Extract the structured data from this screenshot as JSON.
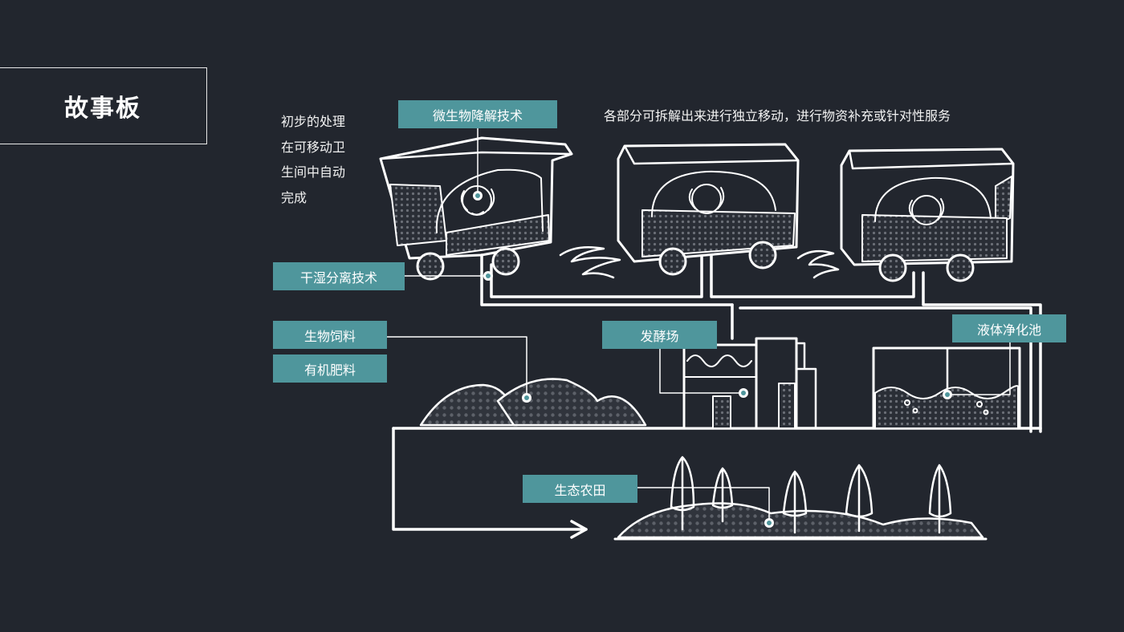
{
  "page": {
    "title": "故事板"
  },
  "intro": {
    "lines": [
      "初步的处理",
      "在可移动卫",
      "生间中自动",
      "完成"
    ]
  },
  "caption": "各部分可拆解出来进行独立移动，进行物资补充或针对性服务",
  "labels": {
    "microbial": "微生物降解技术",
    "dry_wet": "干湿分离技术",
    "bio_feed": "生物饲料",
    "organic_fertilizer": "有机肥料",
    "fermentation": "发酵场",
    "liquid_pool": "液体净化池",
    "eco_farm": "生态农田"
  },
  "colors": {
    "background": "#22262e",
    "tag": "#4f969c",
    "line": "#ffffff",
    "dot": "#4f969c"
  }
}
